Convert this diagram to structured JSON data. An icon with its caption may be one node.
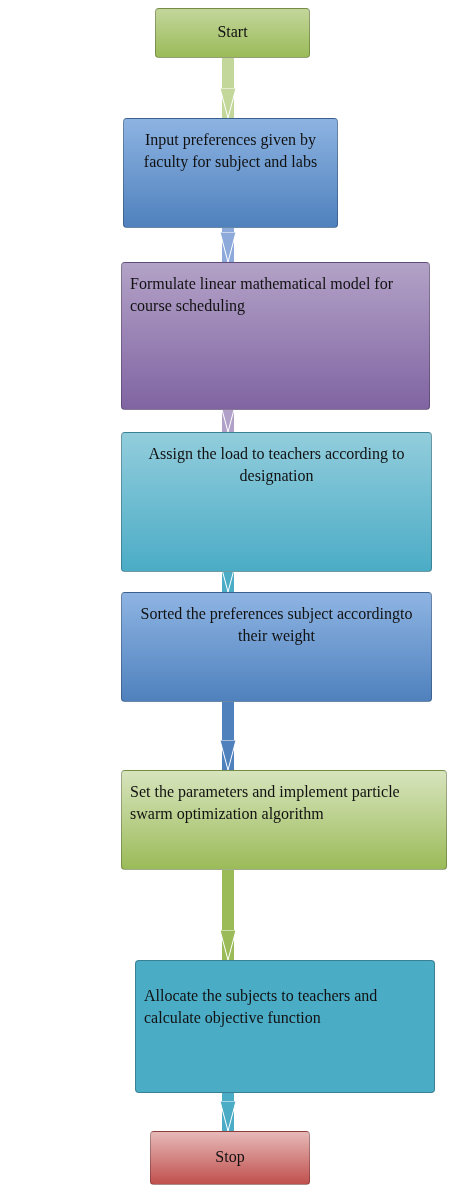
{
  "diagram": {
    "nodes": [
      {
        "text": [
          "Start"
        ]
      },
      {
        "text": [
          "Input preferences given by faculty for subject and labs"
        ]
      },
      {
        "text": [
          "Formulate linear mathematical model for course scheduling"
        ]
      },
      {
        "text": [
          "Assign the load to teachers according to designation"
        ]
      },
      {
        "text": [
          "Sorted the preferences subject accordingto their weight"
        ]
      },
      {
        "text": [
          "Set the parameters and implement particle swarm optimization algorithm"
        ]
      },
      {
        "text": [
          "Allocate the subjects to teachers and calculate objective function"
        ]
      },
      {
        "text": [
          "Stop"
        ]
      }
    ],
    "edges": [
      {
        "from": 0,
        "to": 1,
        "arrow": "to",
        "color": "#c4d79b"
      },
      {
        "from": 1,
        "to": 2,
        "arrow": "to",
        "color": "#8eaadb"
      },
      {
        "from": 2,
        "to": 3,
        "arrow": "to",
        "color": "#b1a0c7"
      },
      {
        "from": 3,
        "to": 4,
        "arrow": "to",
        "color": "#4bacc6"
      },
      {
        "from": 4,
        "to": 5,
        "arrow": "to",
        "color": "#4f81bd"
      },
      {
        "from": 5,
        "to": 6,
        "arrow": "to",
        "color": "#9bbb59"
      },
      {
        "from": 6,
        "to": 7,
        "arrow": "to",
        "color": "#4bacc6"
      }
    ]
  }
}
